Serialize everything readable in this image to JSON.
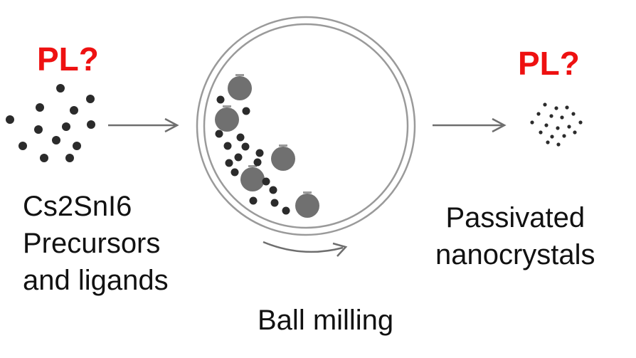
{
  "colors": {
    "pl_text": "#ee1111",
    "particle_dark": "#2b2b2b",
    "ball": "#707070",
    "vessel_stroke": "#9a9a9a",
    "arrow": "#6e6e6e"
  },
  "left": {
    "question": "PL?",
    "label_lines": [
      "Cs2SnI6",
      "Precursors",
      "and ligands"
    ]
  },
  "center": {
    "label": "Ball milling"
  },
  "right": {
    "question": "PL?",
    "label_lines": [
      "Passivated",
      "nanocrystals"
    ]
  }
}
